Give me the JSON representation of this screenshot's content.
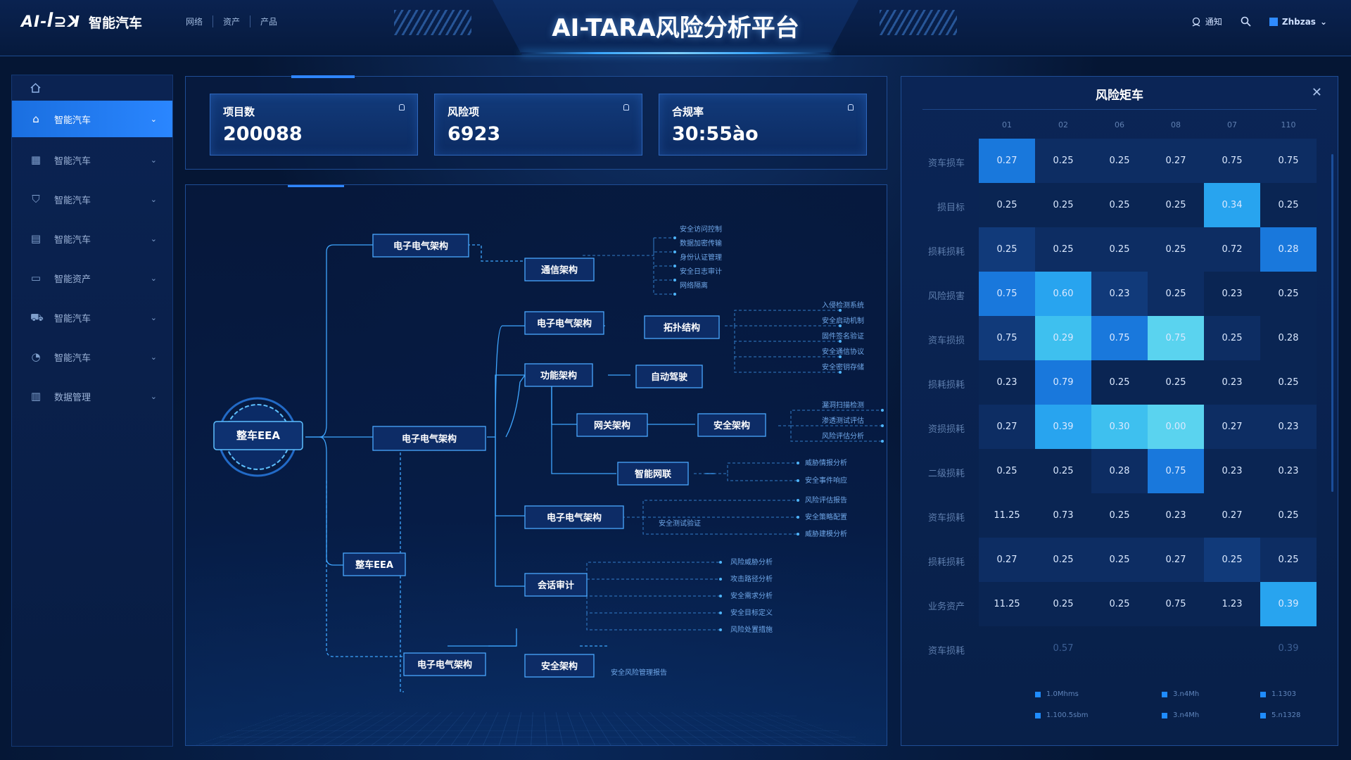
{
  "header": {
    "logo_mark": "AI-ꟾ⊇ꓘ",
    "logo_brand": "智能汽车",
    "nav": [
      "网络",
      "资产",
      "产品"
    ],
    "title": "AI-TARA风险分析平台",
    "actions": {
      "notify": "通知",
      "user": "Zhbzas"
    }
  },
  "sidebar": {
    "items": [
      {
        "label": "智能汽车",
        "icon": "home-icon",
        "active": true
      },
      {
        "label": "智能汽车",
        "icon": "grid-icon"
      },
      {
        "label": "智能汽车",
        "icon": "shield-icon"
      },
      {
        "label": "智能汽车",
        "icon": "document-icon"
      },
      {
        "label": "智能资产",
        "icon": "folder-icon"
      },
      {
        "label": "智能汽车",
        "icon": "car-icon"
      },
      {
        "label": "智能汽车",
        "icon": "gauge-icon"
      },
      {
        "label": "数据管理",
        "icon": "chart-icon"
      }
    ]
  },
  "stats": [
    {
      "label": "项目数",
      "value": "200088"
    },
    {
      "label": "风险项",
      "value": "6923"
    },
    {
      "label": "合规率",
      "value": "30:55ào"
    }
  ],
  "diagram": {
    "root": "整车EEA",
    "nodes": {
      "n1": "电子电气架构",
      "n2": "电子电气架构",
      "n3": "整车EEA",
      "n4": "电子电气架构",
      "a1": "通信架构",
      "b1": "电子电气架构",
      "b2": "功能架构",
      "b3": "电子电气架构",
      "b4": "会话审计",
      "b5": "安全架构",
      "c1": "拓扑结构",
      "c2": "自动驾驶",
      "c3": "网关架构",
      "c4": "安全架构",
      "c5": "智能网联"
    },
    "leaves": {
      "a1": [
        "安全访问控制",
        "数据加密传输",
        "身份认证管理",
        "安全日志审计",
        "网络隔离"
      ],
      "c1": [
        "入侵检测系统",
        "安全启动机制",
        "固件签名验证",
        "安全通信协议",
        "安全密钥存储"
      ],
      "c4": [
        "漏洞扫描检测",
        "渗透测试评估",
        "风险评估分析"
      ],
      "c5": [
        "威胁情报分析",
        "安全事件响应"
      ],
      "b3": [
        "风险评估报告",
        "安全策略配置",
        "威胁建模分析"
      ],
      "b3_mid": "安全测试验证",
      "b4": [
        "风险威胁分析",
        "攻击路径分析",
        "安全需求分析",
        "安全目标定义",
        "风险处置措施"
      ],
      "b5_mid": "安全风险管理报告"
    }
  },
  "matrix": {
    "title": "风险矩车",
    "columns": [
      "01",
      "02",
      "06",
      "08",
      "07",
      "110"
    ],
    "rows": [
      {
        "label": "资车损车",
        "values": [
          "0.27",
          "0.25",
          "0.25",
          "0.27",
          "0.75",
          "0.75"
        ],
        "levels": [
          3,
          1,
          1,
          1,
          1,
          1
        ]
      },
      {
        "label": "损目标",
        "values": [
          "0.25",
          "0.25",
          "0.25",
          "0.25",
          "0.34",
          "0.25"
        ],
        "levels": [
          0,
          0,
          0,
          0,
          4,
          0
        ]
      },
      {
        "label": "损耗损耗",
        "values": [
          "0.25",
          "0.25",
          "0.25",
          "0.25",
          "0.72",
          "0.28"
        ],
        "levels": [
          2,
          1,
          1,
          1,
          1,
          3
        ]
      },
      {
        "label": "风险损害",
        "values": [
          "0.75",
          "0.60",
          "0.23",
          "0.25",
          "0.23",
          "0.25"
        ],
        "levels": [
          3,
          4,
          2,
          1,
          0,
          0
        ]
      },
      {
        "label": "资车损损",
        "values": [
          "0.75",
          "0.29",
          "0.75",
          "0.75",
          "0.25",
          "0.28"
        ],
        "levels": [
          2,
          5,
          3,
          6,
          1,
          0
        ]
      },
      {
        "label": "损耗损耗",
        "values": [
          "0.23",
          "0.79",
          "0.25",
          "0.25",
          "0.23",
          "0.25"
        ],
        "levels": [
          0,
          3,
          0,
          0,
          0,
          0
        ]
      },
      {
        "label": "资损损耗",
        "values": [
          "0.27",
          "0.39",
          "0.30",
          "0.00",
          "0.27",
          "0.23"
        ],
        "levels": [
          1,
          4,
          5,
          6,
          1,
          1
        ]
      },
      {
        "label": "二级损耗",
        "values": [
          "0.25",
          "0.25",
          "0.28",
          "0.75",
          "0.23",
          "0.23"
        ],
        "levels": [
          0,
          0,
          1,
          3,
          0,
          0
        ]
      },
      {
        "label": "资车损耗",
        "values": [
          "11.25",
          "0.73",
          "0.25",
          "0.23",
          "0.27",
          "0.25"
        ],
        "levels": [
          0,
          0,
          0,
          0,
          0,
          0
        ]
      },
      {
        "label": "损耗损耗",
        "values": [
          "0.27",
          "0.25",
          "0.25",
          "0.27",
          "0.25",
          "0.25"
        ],
        "levels": [
          1,
          1,
          1,
          1,
          2,
          1
        ]
      },
      {
        "label": "业务资产",
        "values": [
          "11.25",
          "0.25",
          "0.25",
          "0.75",
          "1.23",
          "0.39"
        ],
        "levels": [
          0,
          0,
          0,
          0,
          0,
          4
        ]
      },
      {
        "label": "资车损耗",
        "values": [
          "",
          "0.57",
          "",
          "",
          "",
          "0.39"
        ],
        "levels": [
          -1,
          -1,
          -1,
          -1,
          -1,
          -1
        ]
      }
    ],
    "legend": [
      [
        "1.0Mhms",
        "3.n4Mh",
        "1.1303"
      ],
      [
        "1.100.5sbm",
        "3.n4Mh",
        "5.n1328"
      ]
    ]
  },
  "colors": {
    "accent": "#2a86ff",
    "cell_levels": [
      "#0a2553",
      "#0d2d63",
      "#113a7a",
      "#1978dc",
      "#28a4ef",
      "#3ec0ef",
      "#5ad3ef"
    ]
  }
}
